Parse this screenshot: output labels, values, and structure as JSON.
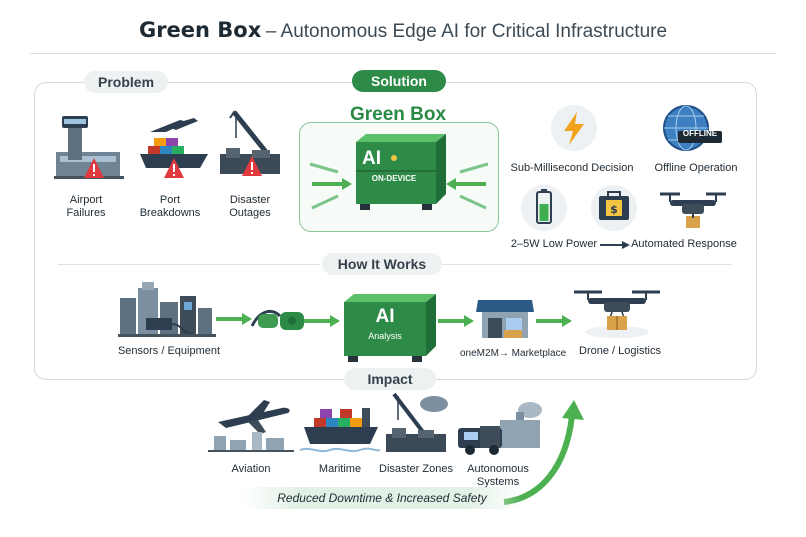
{
  "header": {
    "brand": "Green Box",
    "subtitle": "– Autonomous Edge AI for Critical Infrastructure"
  },
  "sections": {
    "problem": "Problem",
    "solution": "Solution",
    "how": "How It Works",
    "impact": "Impact"
  },
  "problems": [
    {
      "line1": "Airport",
      "line2": "Failures"
    },
    {
      "line1": "Port",
      "line2": "Breakdowns"
    },
    {
      "line1": "Disaster",
      "line2": "Outages"
    }
  ],
  "solution": {
    "box_title": "Green Box",
    "device_ai": "AI",
    "device_sub": "ON-DEVICE",
    "features": [
      "Sub-Millisecond Decision",
      "Offline Operation",
      "2–5W Low Power",
      "Automated Response"
    ],
    "offline_badge": "OFFLINE"
  },
  "how": {
    "sensors": "Sensors / Equipment",
    "device_ai": "AI",
    "device_sub": "Analysis",
    "marketplace": "oneM2M→ Marketplace",
    "drone": "Drone / Logistics"
  },
  "impact": {
    "items": [
      "Aviation",
      "Maritime",
      "Disaster Zones"
    ],
    "autonomous_line1": "Autonomous",
    "autonomous_line2": "Systems",
    "banner": "Reduced Downtime & Increased Safety"
  },
  "colors": {
    "green": "#2e8b47",
    "lightgreen": "#4caf50",
    "navy": "#2c3e50",
    "red": "#e0393e",
    "steel": "#7b8fa0"
  }
}
